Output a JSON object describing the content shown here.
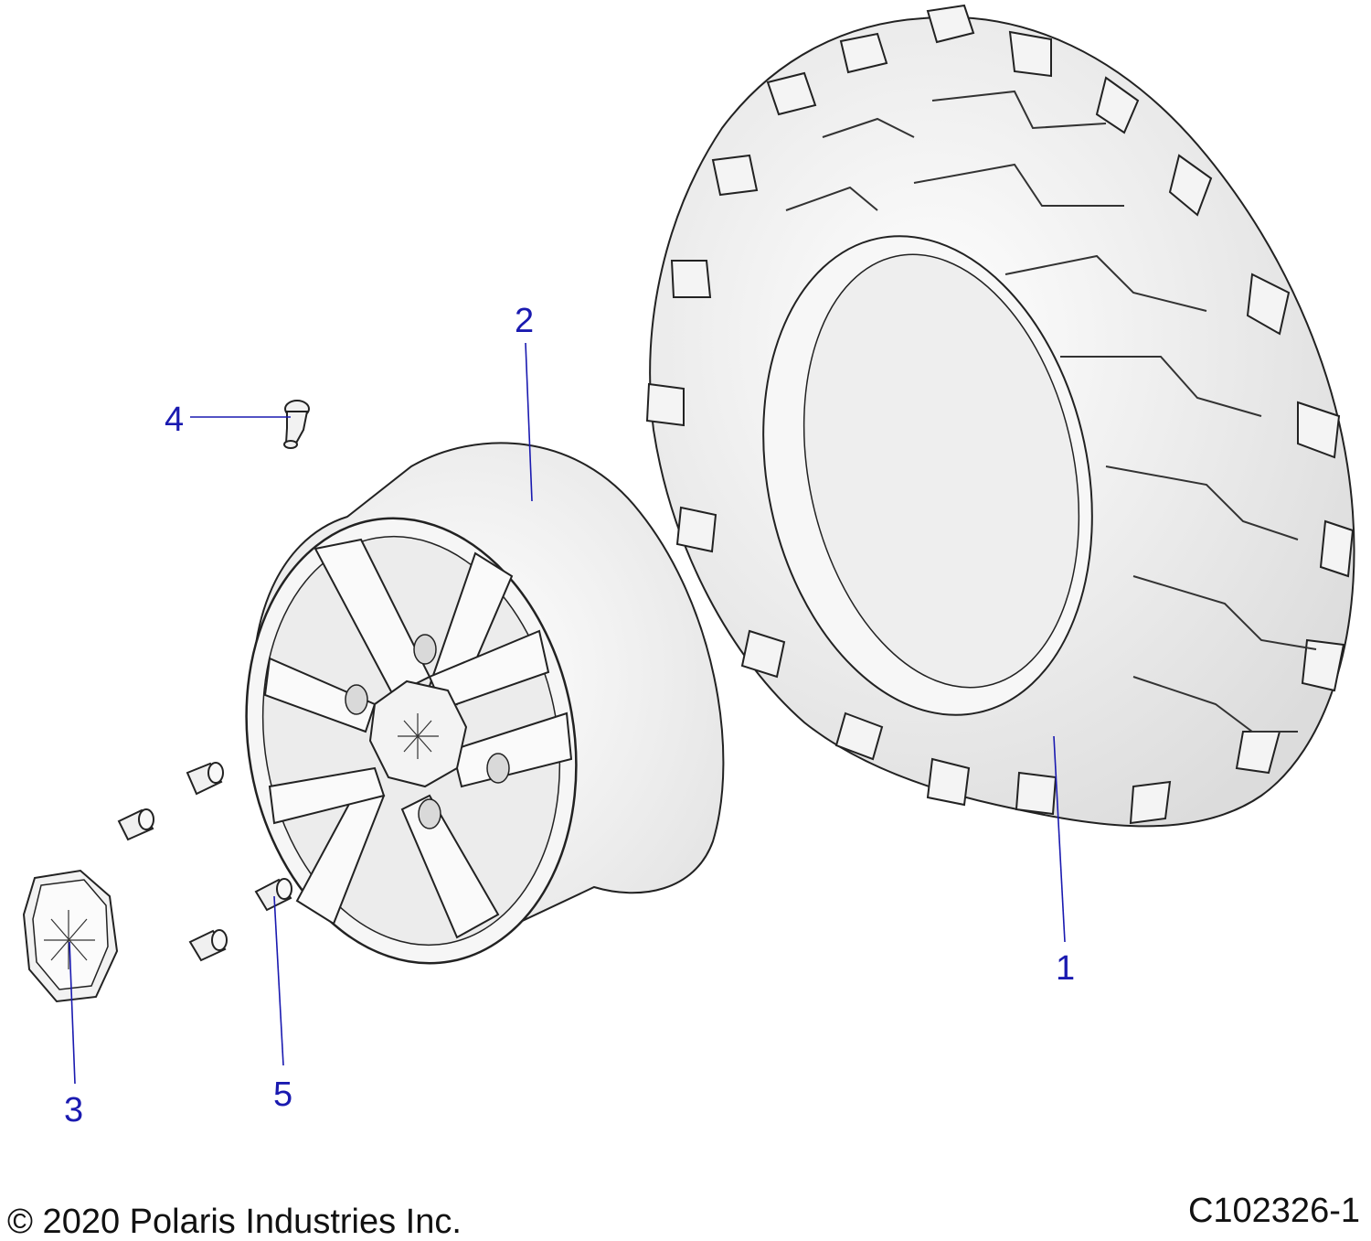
{
  "callouts": {
    "tire": "1",
    "wheel": "2",
    "hub_cap": "3",
    "valve_stem": "4",
    "lug_nut": "5"
  },
  "footer": {
    "copyright": "© 2020 Polaris Industries Inc.",
    "figure_id": "C102326-1"
  },
  "colors": {
    "callout": "#1a1ab0",
    "line_art": "#222222",
    "part_fill": "#f1f1f1"
  }
}
